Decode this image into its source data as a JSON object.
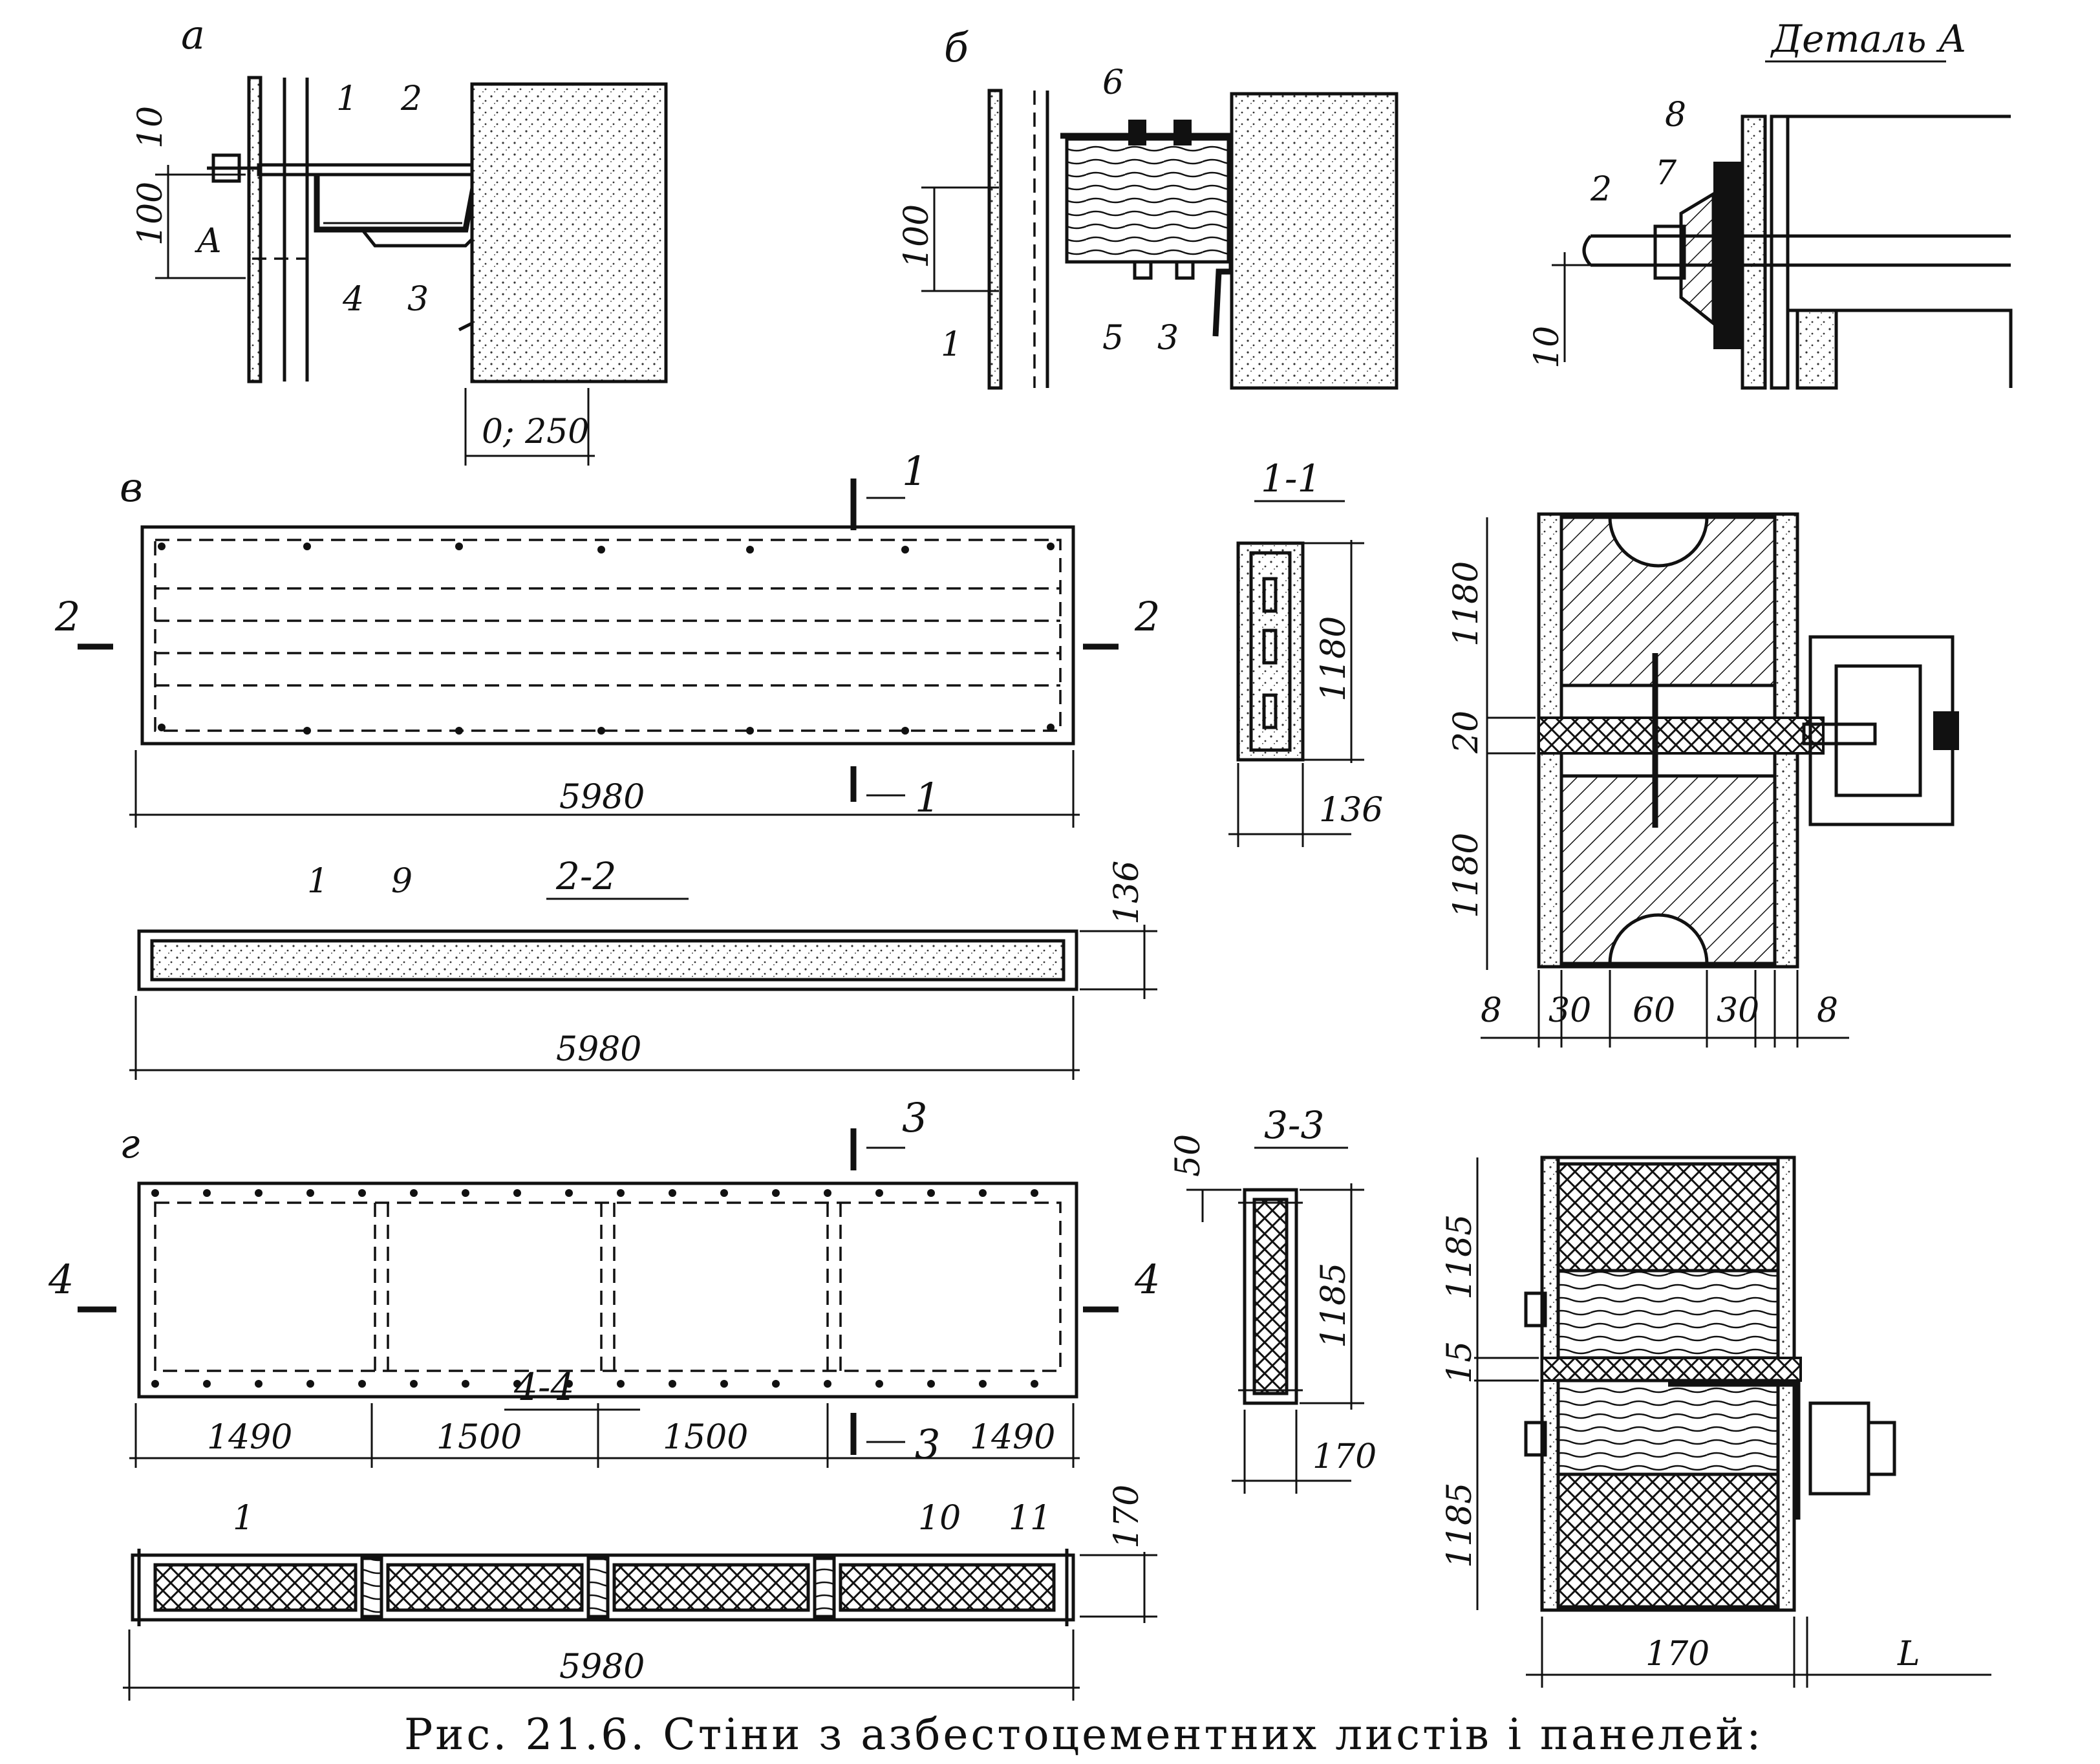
{
  "views": {
    "a": {
      "label": "а",
      "callouts": [
        "1",
        "2",
        "3",
        "4"
      ],
      "detail_ref": "A",
      "dims": [
        "10",
        "100",
        "0; 250"
      ]
    },
    "b": {
      "label": "б",
      "callouts": [
        "6",
        "1",
        "5",
        "3"
      ],
      "dims": [
        "100"
      ]
    },
    "detail_a": {
      "title": "Деталь А",
      "callouts": [
        "8",
        "7",
        "2"
      ],
      "dims": [
        "10"
      ]
    },
    "v": {
      "label": "в",
      "cut_marks": [
        "1",
        "1",
        "2",
        "2"
      ],
      "dims": [
        "5980"
      ]
    },
    "section_1_1": {
      "title": "1-1",
      "dims": [
        "1180",
        "136"
      ]
    },
    "joint_upper": {
      "dims": [
        "1180",
        "20",
        "1180",
        "8",
        "30",
        "60",
        "30",
        "8"
      ]
    },
    "section_2_2": {
      "title": "2-2",
      "callouts": [
        "1",
        "9"
      ],
      "dims": [
        "136",
        "5980"
      ]
    },
    "g": {
      "label": "г",
      "cut_marks": [
        "3",
        "3",
        "4",
        "4"
      ],
      "dims": [
        "1490",
        "1500",
        "1500",
        "1490"
      ]
    },
    "section_3_3": {
      "title": "3-3",
      "dims": [
        "50",
        "1185",
        "170"
      ]
    },
    "joint_lower": {
      "dims": [
        "1185",
        "15",
        "1185",
        "170",
        "L"
      ]
    },
    "section_4_4": {
      "title": "4-4",
      "callouts": [
        "1",
        "10",
        "11"
      ],
      "dims": [
        "170",
        "5980"
      ]
    }
  },
  "caption": "Рис. 21.6. Стіни з азбестоцементних листів і панелей:"
}
